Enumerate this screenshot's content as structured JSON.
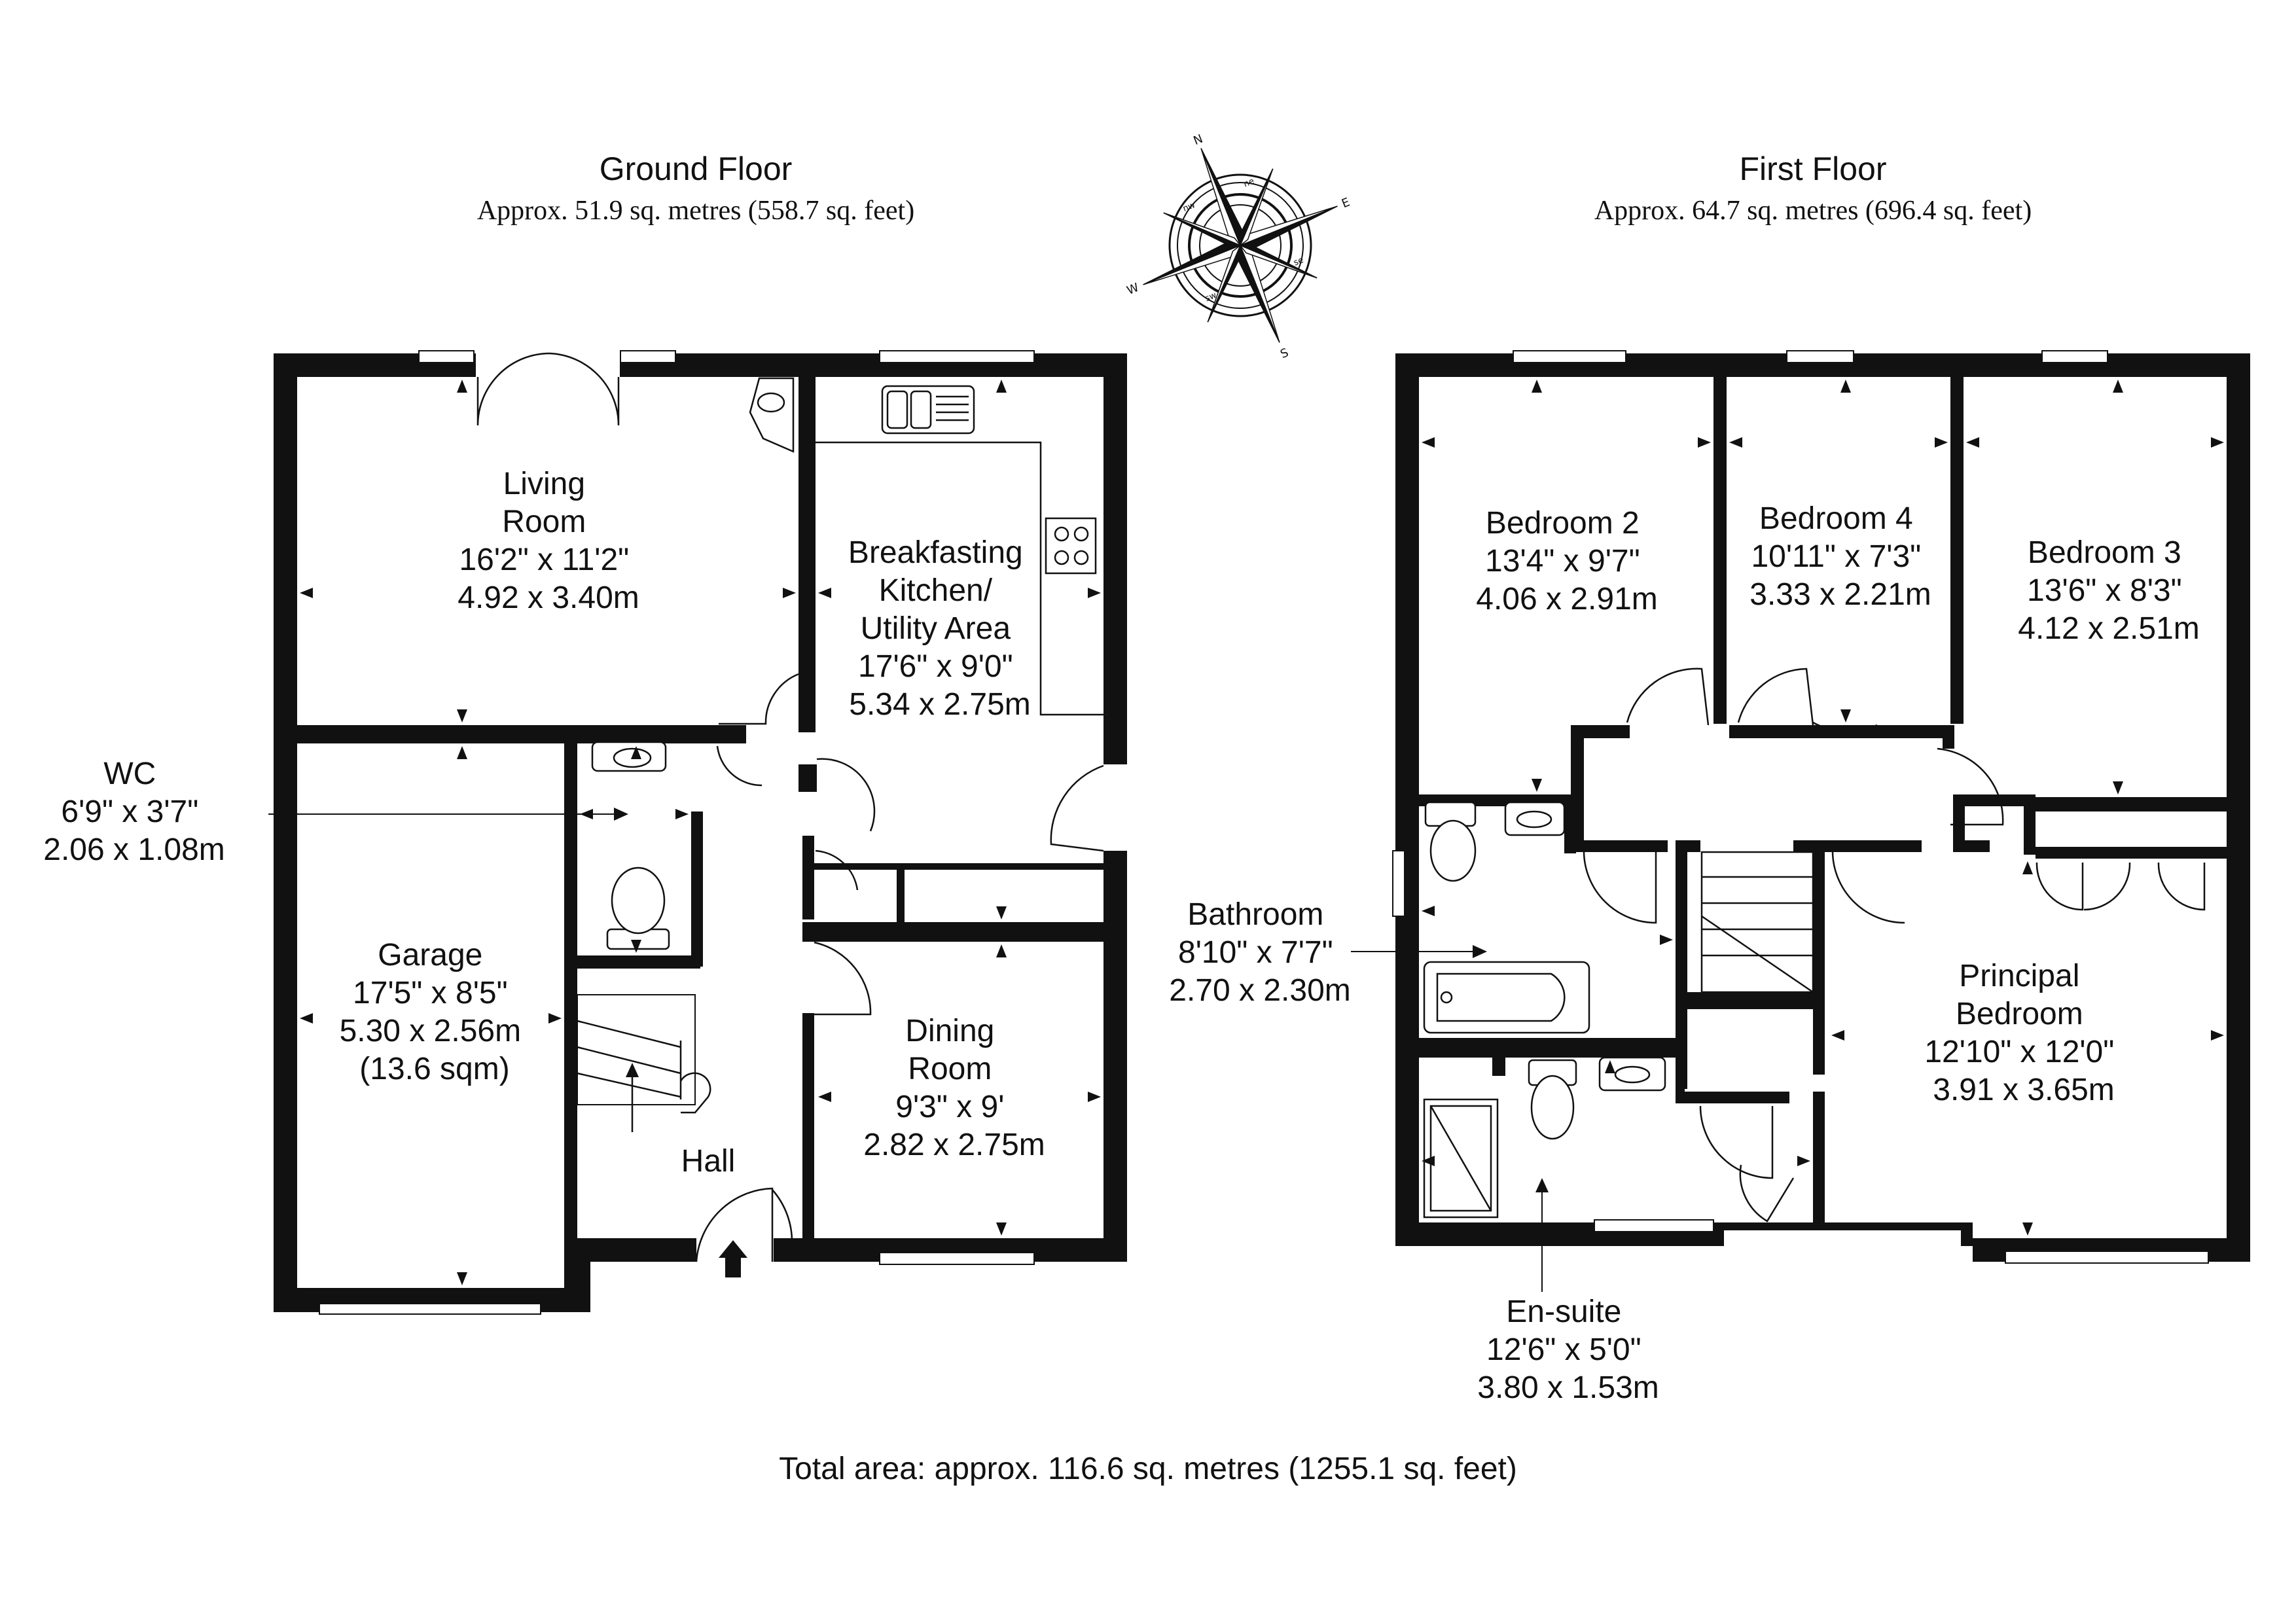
{
  "ground_floor": {
    "title": "Ground Floor",
    "area": "Approx. 51.9 sq. metres (558.7 sq. feet)",
    "rooms": {
      "living": [
        "Living",
        "Room",
        "16'2\" x 11'2\"",
        "4.92 x 3.40m"
      ],
      "kitchen": [
        "Breakfasting",
        "Kitchen/",
        "Utility Area",
        "17'6\" x 9'0\"",
        "5.34 x 2.75m"
      ],
      "garage": [
        "Garage",
        "17'5\" x 8'5\"",
        "5.30 x 2.56m",
        "(13.6 sqm)"
      ],
      "dining": [
        "Dining",
        "Room",
        "9'3\" x 9'",
        "2.82 x 2.75m"
      ],
      "hall": [
        "Hall"
      ],
      "wc": [
        "WC",
        "6'9\" x 3'7\"",
        "2.06 x 1.08m"
      ]
    }
  },
  "first_floor": {
    "title": "First Floor",
    "area": "Approx. 64.7 sq. metres (696.4 sq. feet)",
    "rooms": {
      "bedroom2": [
        "Bedroom 2",
        "13'4\" x 9'7\"",
        "4.06 x 2.91m"
      ],
      "bedroom4": [
        "Bedroom 4",
        "10'11\" x 7'3\"",
        "3.33 x 2.21m"
      ],
      "bedroom3": [
        "Bedroom 3",
        "13'6\" x 8'3\"",
        "4.12 x 2.51m"
      ],
      "principal": [
        "Principal",
        "Bedroom",
        "12'10\" x 12'0\"",
        "3.91 x 3.65m"
      ],
      "bathroom": [
        "Bathroom",
        "8'10\" x 7'7\"",
        "2.70 x 2.30m"
      ],
      "ensuite": [
        "En-suite",
        "12'6\" x 5'0\"",
        "3.80 x 1.53m"
      ]
    }
  },
  "compass": {
    "labels": [
      "N",
      "ne",
      "E",
      "se",
      "S",
      "sw",
      "W",
      "nw"
    ]
  },
  "total_area": "Total area: approx. 116.6 sq. metres (1255.1 sq. feet)"
}
